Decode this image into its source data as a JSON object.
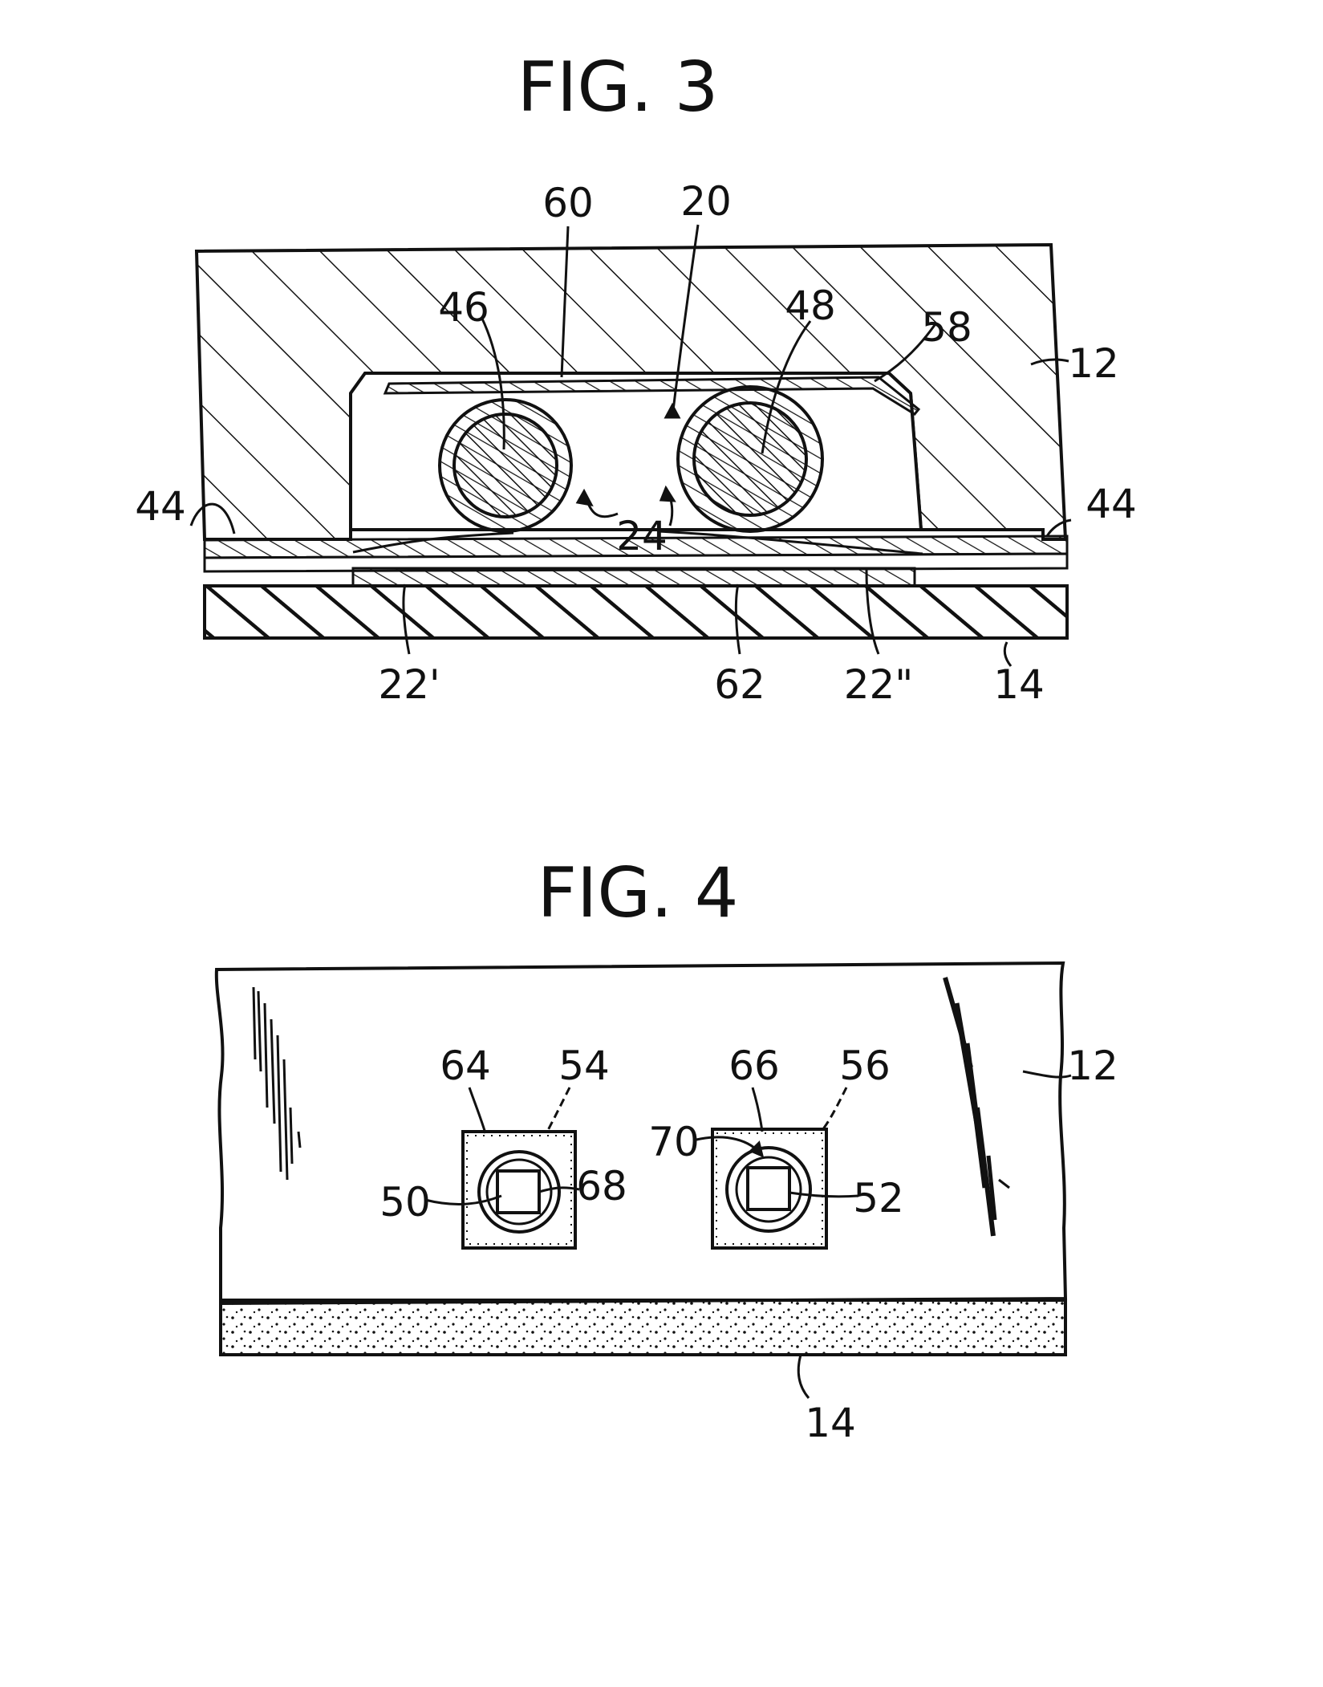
{
  "figures": {
    "fig3": {
      "title": "FIG. 3",
      "labels": {
        "l60": "60",
        "l20": "20",
        "l46": "46",
        "l48": "48",
        "l58": "58",
        "l12": "12",
        "l44a": "44",
        "l44b": "44",
        "l24": "24",
        "l22a": "22'",
        "l62": "62",
        "l22b": "22\"",
        "l14": "14"
      }
    },
    "fig4": {
      "title": "FIG. 4",
      "labels": {
        "l64": "64",
        "l54": "54",
        "l66": "66",
        "l56": "56",
        "l12": "12",
        "l70": "70",
        "l50": "50",
        "l68": "68",
        "l52": "52",
        "l14": "14"
      }
    }
  }
}
